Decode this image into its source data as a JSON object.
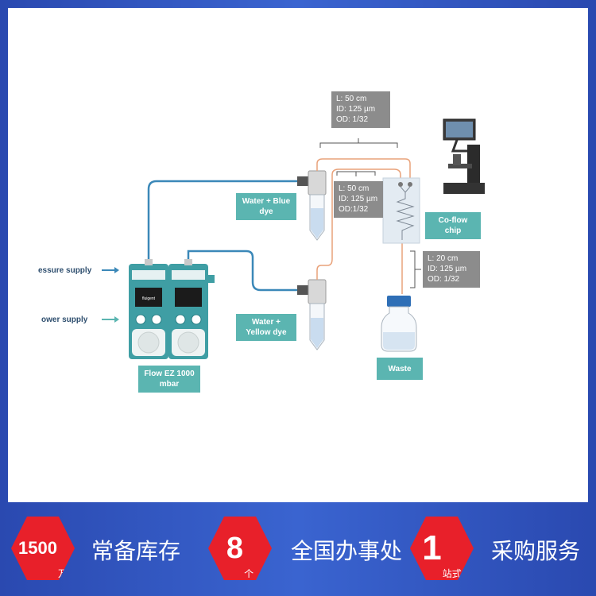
{
  "labels": {
    "pressure_supply": "essure supply",
    "power_supply": "ower supply",
    "flow_ez": "Flow EZ 1000\nmbar",
    "water_blue": "Water + Blue\ndye",
    "water_yellow": "Water +\nYellow dye",
    "co_flow": "Co-flow\nchip",
    "waste": "Waste",
    "tube_top": "L: 50 cm\nID:  125 µm\nOD: 1/32",
    "tube_mid": "L: 50 cm\nID: 125 µm\nOD:1/32",
    "tube_out": "L: 20 cm\nID: 125 µm\nOD: 1/32",
    "device_brand": "fluigent"
  },
  "colors": {
    "teal": "#5bb5b1",
    "device": "#3f9ea4",
    "blue_tube": "#3b88b8",
    "orange_tube": "#e9a27a",
    "grey_box": "#8c8c8c",
    "banner_red": "#e8202a"
  },
  "banner": {
    "h1_num": "1500",
    "h1_unit": "万",
    "t1": "常备库存",
    "h2_num": "8",
    "h2_unit": "个",
    "t2": "全国办事处",
    "h3_num": "1",
    "h3_unit": "站式",
    "t3": "采购服务"
  }
}
